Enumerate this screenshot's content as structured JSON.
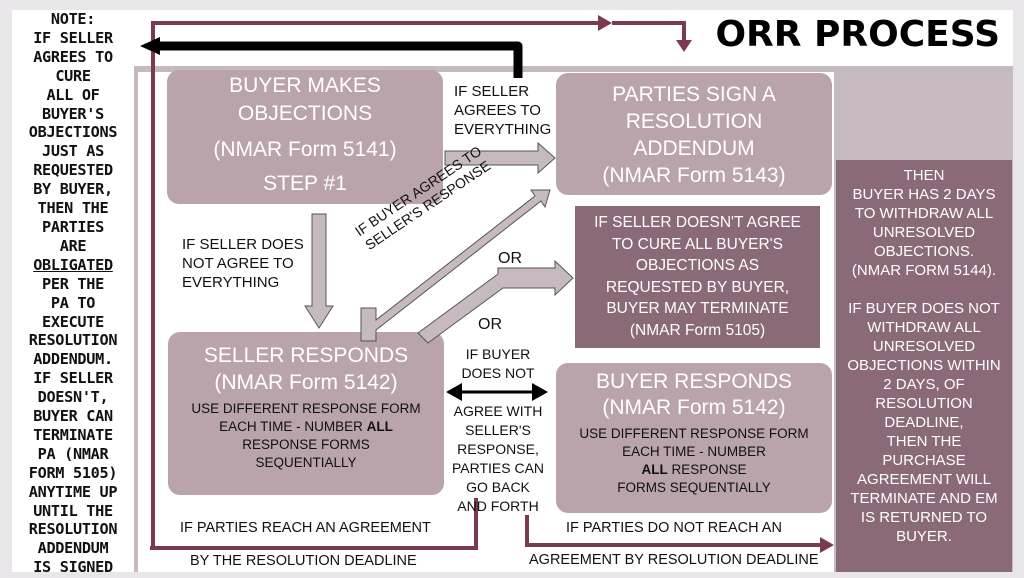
{
  "title": "ORR PROCESS",
  "note_lines": [
    "NOTE:",
    "IF SELLER",
    "AGREES TO",
    "CURE",
    "ALL OF",
    "BUYER'S",
    "OBJECTIONS",
    "JUST AS",
    "REQUESTED",
    "BY BUYER,",
    "THEN THE",
    "PARTIES",
    "ARE",
    "OBLIGATED",
    "PER THE",
    "PA TO",
    "EXECUTE",
    "RESOLUTION",
    "ADDENDUM.",
    "IF SELLER",
    "DOESN'T,",
    "BUYER CAN",
    "TERMINATE",
    "PA (NMAR",
    "FORM 5105)",
    "ANYTIME UP",
    "UNTIL THE",
    "RESOLUTION",
    "ADDENDUM",
    "IS SIGNED"
  ],
  "boxes": {
    "buyer_objections": {
      "line1": "BUYER MAKES",
      "line2": "OBJECTIONS",
      "line3": "(NMAR Form 5141)",
      "line4": "STEP #1"
    },
    "parties_sign": {
      "line1": "PARTIES SIGN A",
      "line2": "RESOLUTION",
      "line3": "ADDENDUM",
      "line4": "(NMAR Form 5143)"
    },
    "seller_doesnt_agree": {
      "line1": "IF SELLER DOESN'T AGREE",
      "line2": "TO CURE ALL BUYER'S",
      "line3": "OBJECTIONS AS",
      "line4": "REQUESTED BY BUYER,",
      "line5": "BUYER MAY TERMINATE",
      "line6": "(NMAR Form 5105)"
    },
    "seller_responds": {
      "line1": "SELLER RESPONDS",
      "line2": "(NMAR Form 5142)",
      "line3": "USE DIFFERENT RESPONSE FORM",
      "line4a": "EACH TIME - NUMBER ",
      "line4b": "ALL",
      "line5": "RESPONSE FORMS",
      "line6": "SEQUENTIALLY"
    },
    "buyer_responds": {
      "line1": "BUYER RESPONDS",
      "line2": "(NMAR Form 5142)",
      "line3": "USE DIFFERENT RESPONSE FORM",
      "line4": "EACH TIME - NUMBER",
      "line5a": "ALL",
      "line5b": " RESPONSE",
      "line6": "FORMS SEQUENTIALLY"
    }
  },
  "labels": {
    "seller_agrees": [
      "IF SELLER",
      "AGREES TO",
      "EVERYTHING"
    ],
    "seller_does_not_agree": [
      "IF SELLER DOES",
      "NOT AGREE TO",
      "EVERYTHING"
    ],
    "buyer_agrees": [
      "IF BUYER AGREES TO",
      "SELLER'S RESPONSE"
    ],
    "or_upper": "OR",
    "or_lower": "OR",
    "buyer_not_agree": [
      "IF BUYER",
      "DOES NOT",
      "",
      "AGREE WITH",
      "SELLER'S",
      "RESPONSE,",
      "PARTIES CAN",
      "GO BACK",
      "AND FORTH"
    ],
    "parties_reach": "IF PARTIES REACH AN AGREEMENT",
    "by_deadline": "BY THE RESOLUTION DEADLINE",
    "not_reach": "IF PARTIES DO NOT REACH AN",
    "agreement_by_deadline": "AGREEMENT BY RESOLUTION DEADLINE"
  },
  "right_panel": [
    "THEN",
    "BUYER HAS 2 DAYS",
    "TO WITHDRAW ALL",
    "UNRESOLVED",
    "OBJECTIONS.",
    "(NMAR FORM 5144).",
    "",
    "IF BUYER DOES NOT",
    "WITHDRAW ALL",
    "UNRESOLVED",
    "OBJECTIONS WITHIN",
    "2 DAYS, OF",
    "RESOLUTION",
    "DEADLINE,",
    "THEN THE",
    "PURCHASE",
    "AGREEMENT  WILL",
    "TERMINATE AND EM",
    "IS RETURNED TO",
    "BUYER."
  ],
  "colors": {
    "box": "#b9a4ab",
    "dark_box": "#8a6a76",
    "band": "#c7b9c0",
    "arrow_dark": "#7a3a52"
  }
}
